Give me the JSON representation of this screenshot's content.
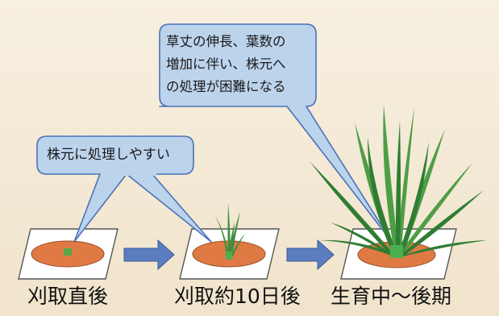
{
  "callouts": {
    "top": {
      "line1": "草丈の伸長、葉数の",
      "line2": "増加に伴い、株元へ",
      "line3": "の処理が困難になる"
    },
    "left": {
      "text": "株元に処理しやすい"
    }
  },
  "stages": [
    {
      "label": "刈取直後"
    },
    {
      "label": "刈取約10日後"
    },
    {
      "label": "生育中～後期"
    }
  ],
  "colors": {
    "background": "#f4ead8",
    "callout_fill": "#bcd3ec",
    "callout_stroke": "#4a72b8",
    "arrow": "#5b7dc0",
    "soil": "#e07a45",
    "leaf": "#3f8f3f",
    "stem": "#4caf50"
  }
}
